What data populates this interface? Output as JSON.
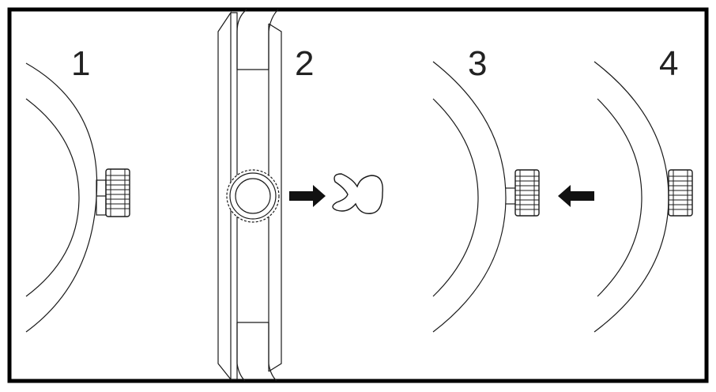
{
  "steps": [
    {
      "label": "1"
    },
    {
      "label": "2"
    },
    {
      "label": "3"
    },
    {
      "label": "4"
    }
  ],
  "icons": {
    "crown": "watch-crown-icon",
    "spacer": "crown-spacer-clip-icon",
    "arrow_right": "arrow-right-icon",
    "arrow_left": "arrow-left-icon"
  },
  "colors": {
    "line": "#1a1a1a",
    "background": "#ffffff",
    "border": "#000000"
  }
}
